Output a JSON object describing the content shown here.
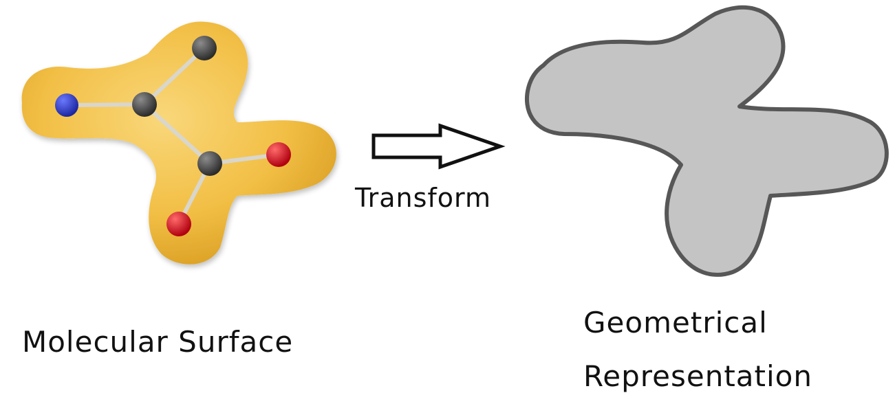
{
  "diagram": {
    "left": {
      "caption": "Molecular Surface",
      "surface_color": "#f2bf45",
      "atoms": [
        {
          "element": "N",
          "color": "#2e3ec9"
        },
        {
          "element": "C",
          "color": "#4a4a4a"
        },
        {
          "element": "C",
          "color": "#4a4a4a"
        },
        {
          "element": "C",
          "color": "#4a4a4a"
        },
        {
          "element": "O",
          "color": "#e0141f"
        },
        {
          "element": "O",
          "color": "#e0141f"
        }
      ]
    },
    "arrow": {
      "label": "Transform"
    },
    "right": {
      "caption_line1": "Geometrical",
      "caption_line2": "Representation",
      "fill_color": "#c4c4c4",
      "stroke_color": "#575757"
    }
  }
}
